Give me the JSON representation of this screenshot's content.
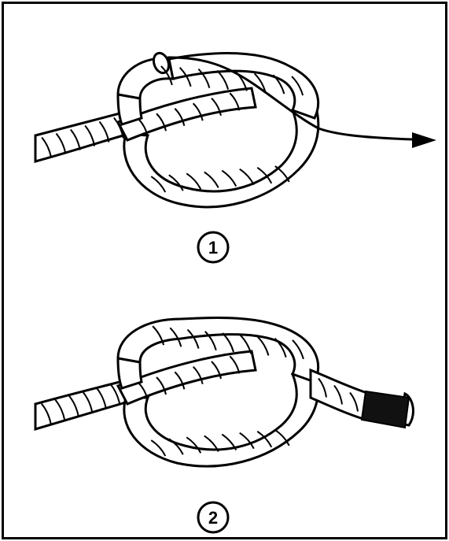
{
  "steps": [
    {
      "number": "1",
      "direction_arrow": "arrow-right"
    },
    {
      "number": "2",
      "whipping": "whipped-rope-end"
    }
  ],
  "colors": {
    "ink": "#000000",
    "paper": "#ffffff",
    "whipping": "#111111"
  }
}
